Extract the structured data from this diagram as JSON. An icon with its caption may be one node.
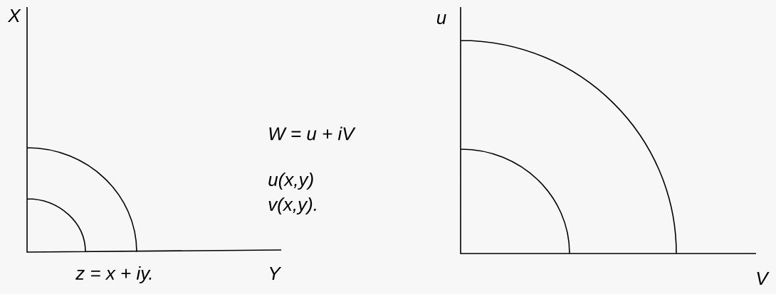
{
  "diagram": {
    "labels": [
      "X",
      "u",
      "W = u + iV",
      "u(x,y)",
      "v(x,y).",
      "z = x + iy.",
      "Y",
      "V"
    ]
  }
}
